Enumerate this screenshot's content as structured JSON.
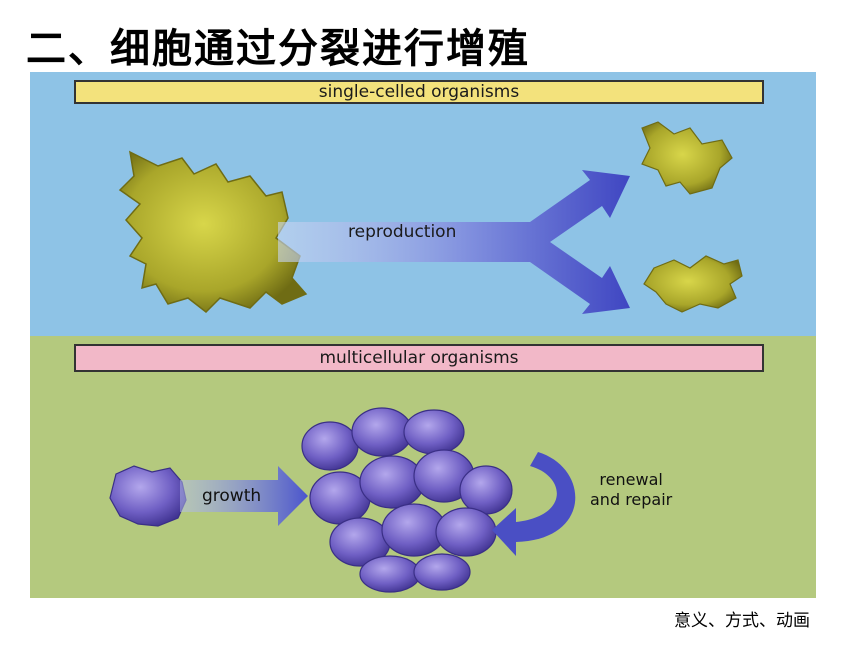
{
  "slide": {
    "title": "二、细胞通过分裂进行增殖",
    "caption": "意义、方式、动画"
  },
  "figure": {
    "top_panel": {
      "label": "single-celled organisms",
      "arrow_label": "reproduction"
    },
    "bottom_panel": {
      "label": "multicellular organisms",
      "growth_label": "growth",
      "renewal_label_line1": "renewal",
      "renewal_label_line2": "and repair"
    },
    "colors": {
      "top_background": "#8ec3e6",
      "bottom_background": "#b4c97e",
      "amoeba": "#b7b52a",
      "cell": "#6a5bb8",
      "arrow": "#4a4fc4"
    }
  }
}
